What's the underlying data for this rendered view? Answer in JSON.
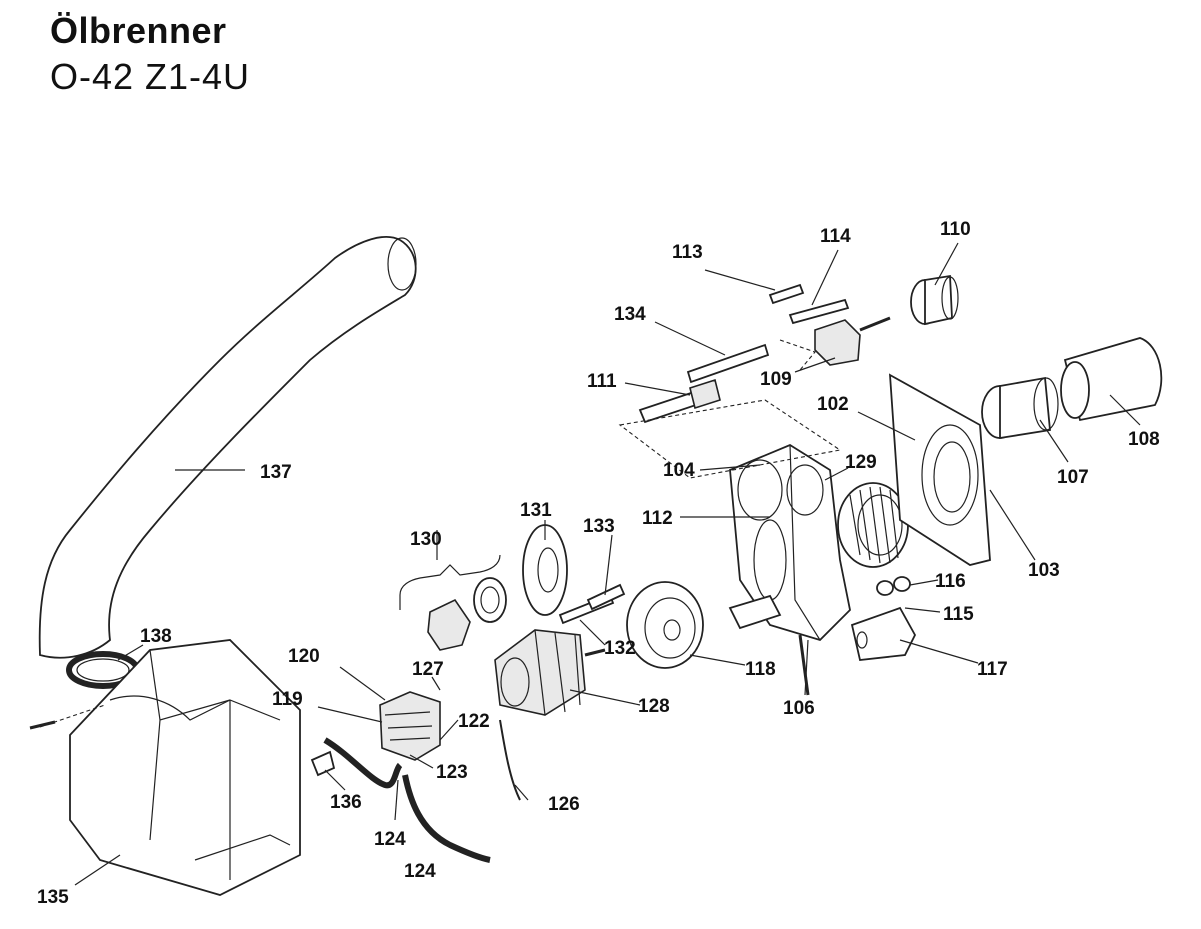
{
  "title": "Ölbrenner",
  "subtitle": "O-42 Z1-4U",
  "labels": {
    "l102": "102",
    "l103": "103",
    "l104": "104",
    "l106": "106",
    "l107": "107",
    "l108": "108",
    "l109": "109",
    "l110": "110",
    "l111": "111",
    "l112": "112",
    "l113": "113",
    "l114": "114",
    "l115": "115",
    "l116": "116",
    "l117": "117",
    "l118": "118",
    "l119": "119",
    "l120": "120",
    "l122": "122",
    "l123": "123",
    "l124a": "124",
    "l124b": "124",
    "l126": "126",
    "l127": "127",
    "l128": "128",
    "l129": "129",
    "l130": "130",
    "l131": "131",
    "l132": "132",
    "l133": "133",
    "l134": "134",
    "l135": "135",
    "l136": "136",
    "l137": "137",
    "l138": "138"
  }
}
